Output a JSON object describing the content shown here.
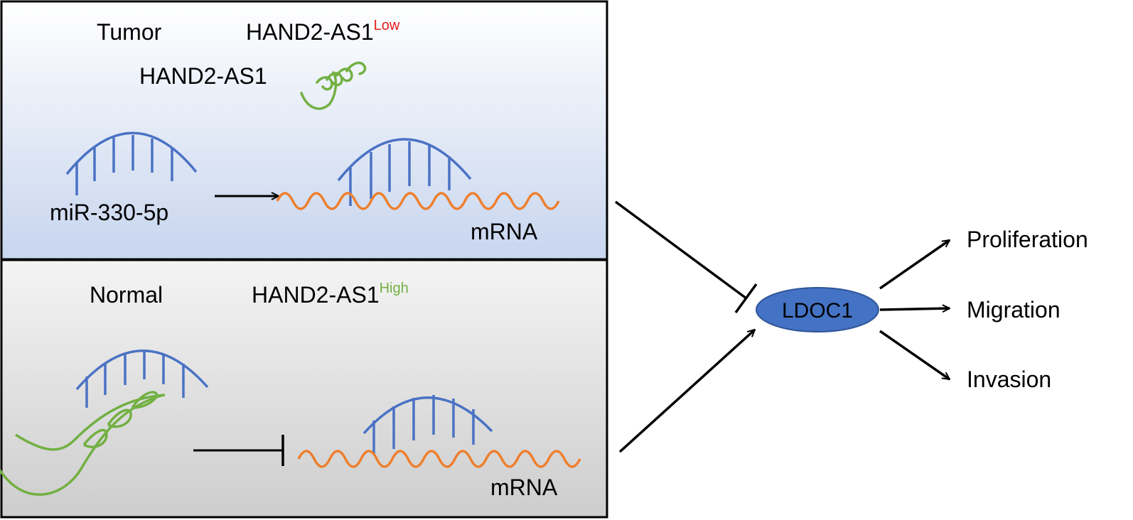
{
  "tumor_panel": {
    "condition_label": "Tumor",
    "lnc_level_base": "HAND2-AS1",
    "lnc_level_sup": "Low",
    "lnc_label": "HAND2-AS1",
    "mirna_label": "miR-330-5p",
    "mrna_label": "mRNA"
  },
  "normal_panel": {
    "condition_label": "Normal",
    "lnc_level_base": "HAND2-AS1",
    "lnc_level_sup": "High",
    "mrna_label": "mRNA"
  },
  "target": {
    "label": "LDOC1"
  },
  "outcomes": {
    "proliferation": "Proliferation",
    "migration": "Migration",
    "invasion": "Invasion"
  },
  "colors": {
    "tumor_gradient_top": "#ffffff",
    "tumor_gradient_bottom": "#c7d5ee",
    "normal_gradient_top": "#f4f4f4",
    "normal_gradient_bottom": "#cdcdcd",
    "mirna": "#4a72c4",
    "mrna": "#ee7f2d",
    "lncrna": "#72b043",
    "low_text": "#e51b1b",
    "high_text": "#72b043",
    "ldoc1_fill": "#4472c4",
    "ldoc1_stroke": "#2f5597"
  }
}
